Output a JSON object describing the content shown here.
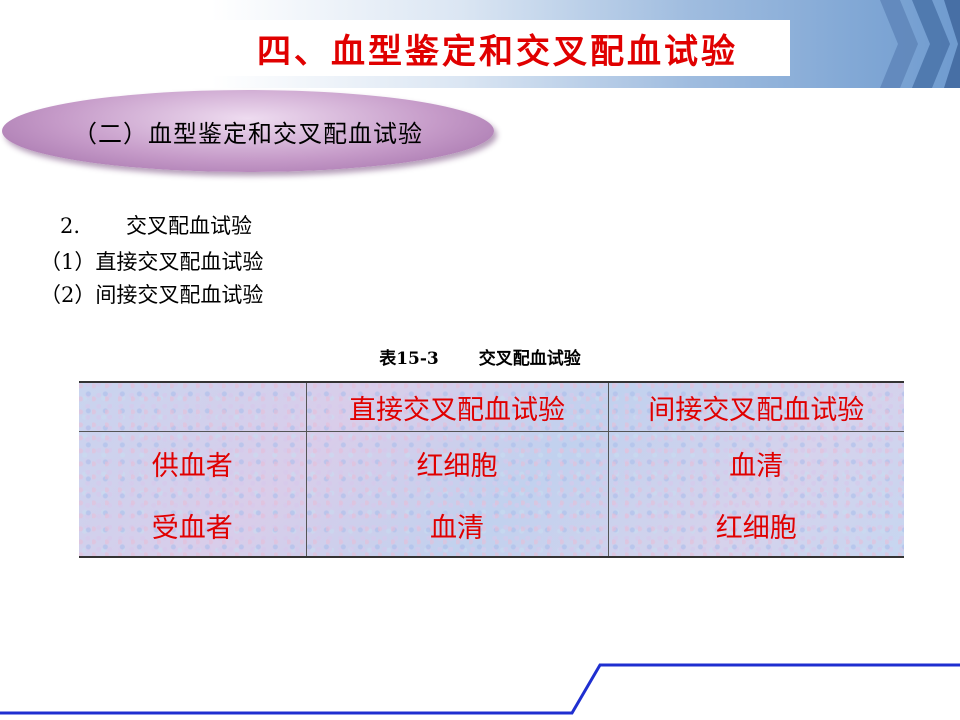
{
  "slide": {
    "title": "四、血型鉴定和交叉配血试验",
    "section_heading": "（二）血型鉴定和交叉配血试验"
  },
  "content": {
    "item_number": "2.",
    "item_text": "交叉配血试验",
    "sub_items": [
      "（1）直接交叉配血试验",
      "（2）间接交叉配血试验"
    ]
  },
  "table": {
    "caption_number": "表15-3",
    "caption_title": "交叉配血试验",
    "headers": [
      "",
      "直接交叉配血试验",
      "间接交叉配血试验"
    ],
    "rows": [
      [
        "供血者",
        "红细胞",
        "血清"
      ],
      [
        "受血者",
        "血清",
        "红细胞"
      ]
    ]
  },
  "colors": {
    "title_red": "#e00000",
    "header_blue": "#6f9bcf",
    "ellipse_purple": "#c59ac8",
    "footer_blue": "#1f2fd0"
  }
}
